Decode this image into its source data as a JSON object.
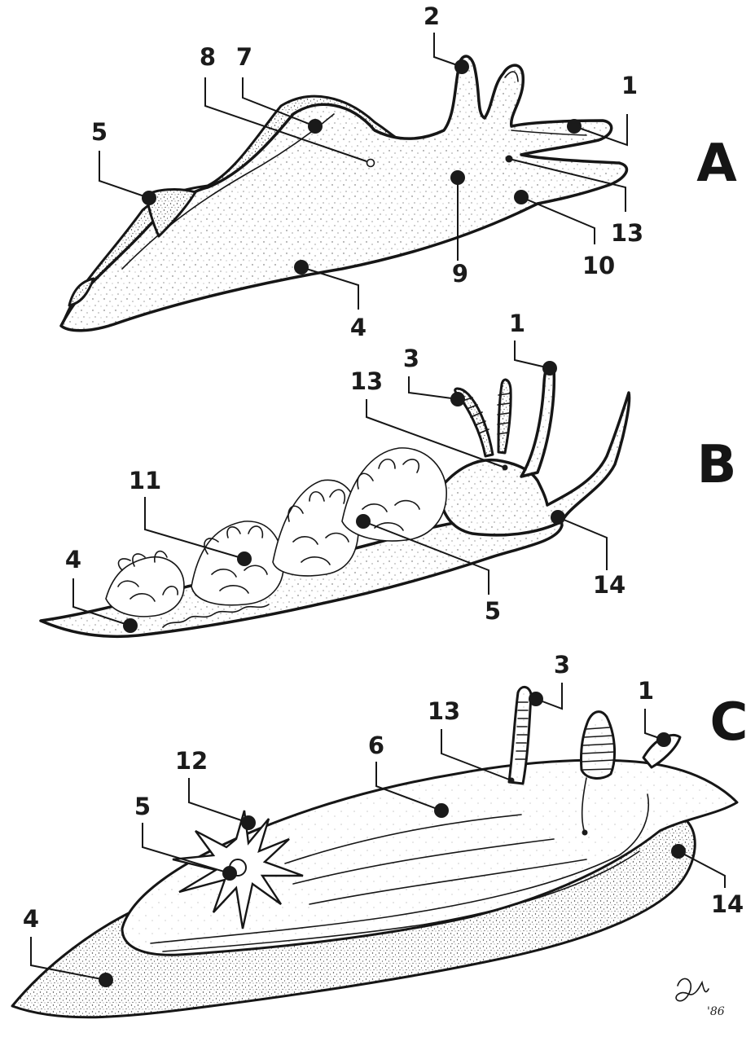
{
  "panels": [
    {
      "letter": "A",
      "labels": [
        "1",
        "2",
        "4",
        "5",
        "7",
        "8",
        "9",
        "10",
        "13"
      ]
    },
    {
      "letter": "B",
      "labels": [
        "1",
        "3",
        "4",
        "5",
        "11",
        "13",
        "14"
      ]
    },
    {
      "letter": "C",
      "labels": [
        "1",
        "3",
        "4",
        "5",
        "6",
        "12",
        "13",
        "14"
      ]
    }
  ],
  "signature": {
    "year": "'86"
  },
  "colors": {
    "ink": "#161616",
    "paper": "#ffffff"
  }
}
